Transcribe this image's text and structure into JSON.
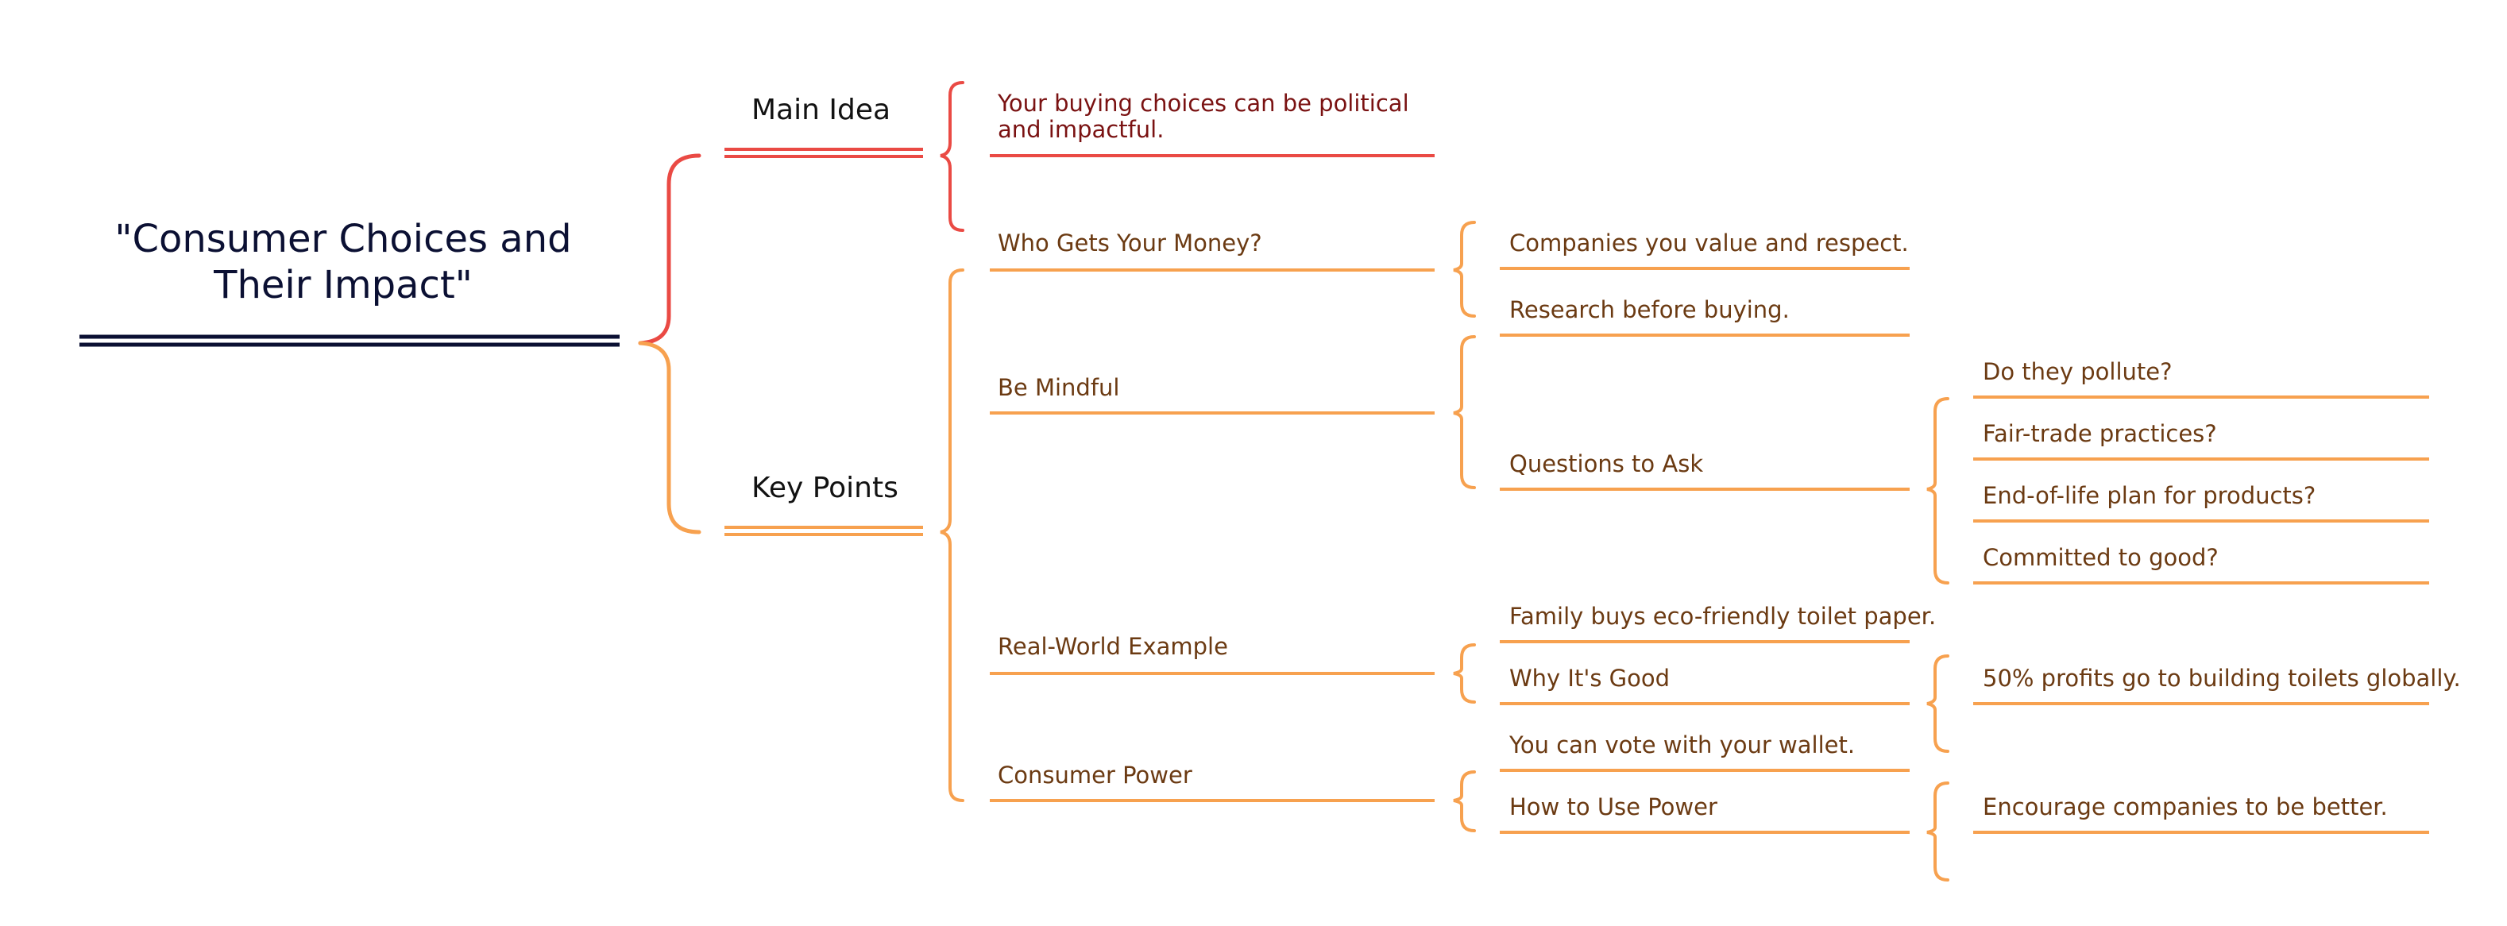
{
  "colors": {
    "root_line": "#0b1033",
    "main_branch": "#ea4a44",
    "key_branch": "#f7a14f",
    "main_text": "#7a1212",
    "key_text": "#6b3a12"
  },
  "root": {
    "title": "\"Consumer Choices and Their Impact\""
  },
  "main_idea": {
    "label": "Main Idea",
    "child": "Your buying choices can be political and impactful."
  },
  "key_points": {
    "label": "Key Points",
    "items": [
      {
        "label": "Who Gets Your Money?",
        "children": [
          {
            "label": "Companies you value and respect."
          },
          {
            "label": "Research before buying."
          }
        ]
      },
      {
        "label": "Be Mindful",
        "children": [
          {
            "label": "Questions to Ask",
            "children": [
              "Do they pollute?",
              "Fair-trade practices?",
              "End-of-life plan for products?",
              "Committed to good?"
            ]
          }
        ]
      },
      {
        "label": "Real-World Example",
        "children": [
          {
            "label": "Family buys eco-friendly toilet paper."
          },
          {
            "label": "Why It's Good",
            "children": [
              "50% profits go to building toilets globally."
            ]
          }
        ]
      },
      {
        "label": "Consumer Power",
        "children": [
          {
            "label": "You can vote with your wallet."
          },
          {
            "label": "How to Use Power",
            "children": [
              "Encourage companies to be better."
            ]
          }
        ]
      }
    ]
  }
}
